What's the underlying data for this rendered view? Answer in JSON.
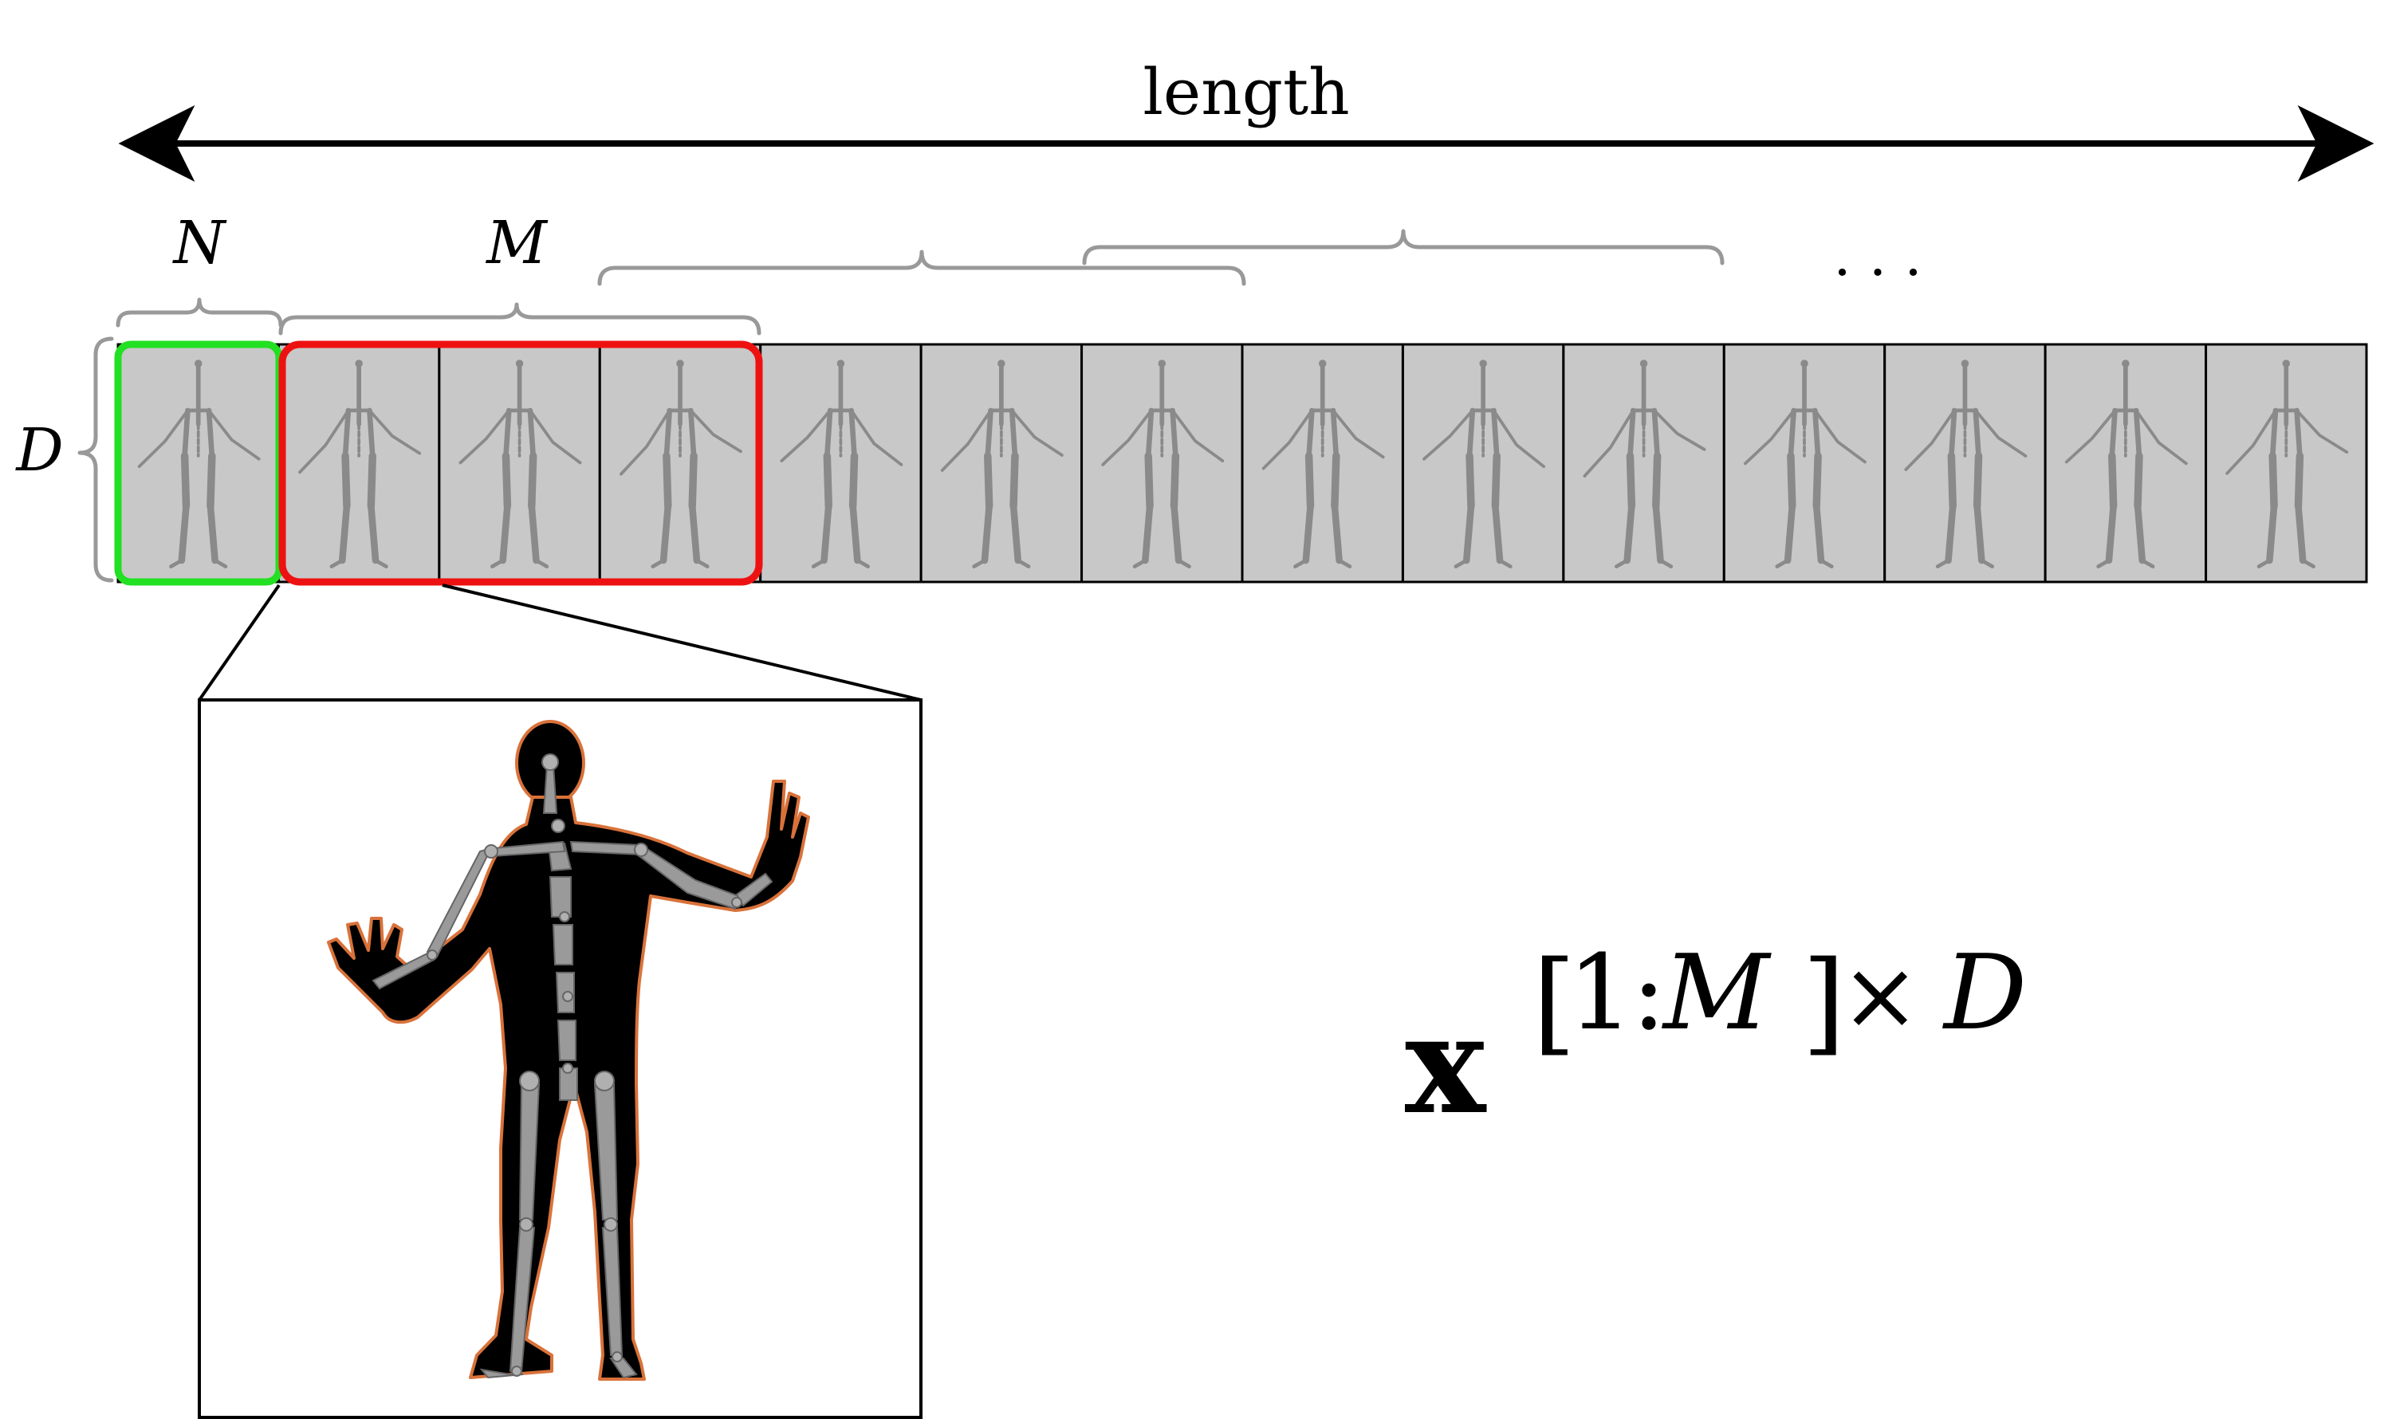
{
  "labels": {
    "length": "length",
    "n": "N",
    "m": "M",
    "d": "D",
    "ellipsis": ". . .",
    "formula_base": "x",
    "formula_lbracket": "[",
    "formula_one": "1",
    "formula_colon": ":",
    "formula_m": "M",
    "formula_rbracket": "]",
    "formula_times": "×",
    "formula_d": "D"
  },
  "sequence": {
    "frame_count": 14,
    "window_n_frames": 1,
    "window_m_frames": 3,
    "extra_braces": 2
  },
  "colors": {
    "frame_fill": "#c8c8c8",
    "frame_border": "#000000",
    "n_window": "#22e022",
    "m_window": "#ee1111",
    "brace": "#999999",
    "arrow": "#000000",
    "silhouette": "#000000",
    "silhouette_outline": "#d9723a",
    "bone": "#9a9a9a"
  },
  "icons": {
    "frame_figure": "skeleton-figure-icon",
    "zoom_figure": "human-silhouette-skeleton-icon"
  }
}
